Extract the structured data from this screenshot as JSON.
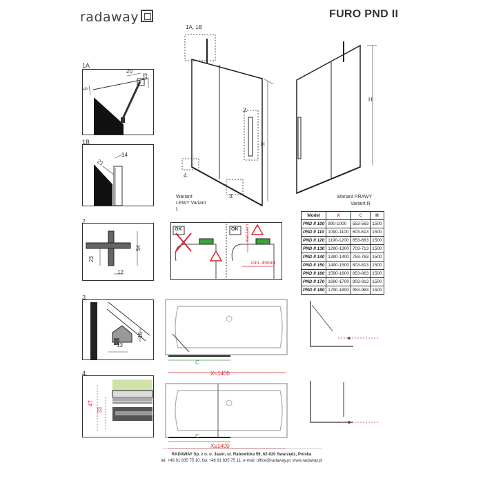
{
  "brand": "radaway",
  "product": "FURO PND II",
  "labels": {
    "s1a": "1A",
    "s1b": "1B",
    "s2": "2.",
    "s3": "3.",
    "s4": "4.",
    "top1a1b": "1A, 1B",
    "n2": "2.",
    "n3": "3.",
    "n4": "4.",
    "H": "H",
    "wariant_left_1": "Wariant",
    "wariant_left_2": "LEWY  Variant",
    "wariant_left_3": "L",
    "wariant_right_1": "Wariant PRAWY",
    "wariant_right_2": "Variant R",
    "d20": "20",
    "d23a": "23",
    "d5": "5",
    "d14": "14",
    "d21": "21",
    "d54": "54",
    "d23b": "23",
    "d12": "12",
    "d15": "15",
    "d13": "13",
    "d47": "47",
    "d33": "33",
    "ok1": "OK",
    "ok2": "OK",
    "min43": "min. 43mm",
    "max1mm": "max 1mm",
    "C1": "C",
    "X1": "X<1400",
    "C2": "C",
    "X2": "X≥1400"
  },
  "table": {
    "headers": [
      "Model",
      "X",
      "C",
      "H"
    ],
    "rows": [
      [
        "PND II 100",
        "990-1000",
        "553-563",
        "1500"
      ],
      [
        "PND II 110",
        "1090-1100",
        "603-613",
        "1500"
      ],
      [
        "PND II 120",
        "1190-1200",
        "653-663",
        "1500"
      ],
      [
        "PND II 130",
        "1290-1300",
        "703-713",
        "1500"
      ],
      [
        "PND II 140",
        "1390-1400",
        "753-763",
        "1500"
      ],
      [
        "PND II 150",
        "1490-1500",
        "803-813",
        "1500"
      ],
      [
        "PND II 160",
        "1590-1600",
        "853-863",
        "1500"
      ],
      [
        "PND II 170",
        "1690-1700",
        "903-913",
        "1500"
      ],
      [
        "PND II 180",
        "1790-1800",
        "953-963",
        "1500"
      ]
    ]
  },
  "footer": {
    "line1": "RADAWAY Sp. z o. o. Jasin; ul. Rabowicka 59, 62-020 Swarzędz, Polska",
    "line2": "tel. +48 61 835 75 10, fax +48 61 835 75 11, e-mail: office@radaway.pl, www.radaway.pl"
  },
  "colors": {
    "accent_red": "#d9262e",
    "accent_green": "#3aa535",
    "line": "#222222"
  }
}
